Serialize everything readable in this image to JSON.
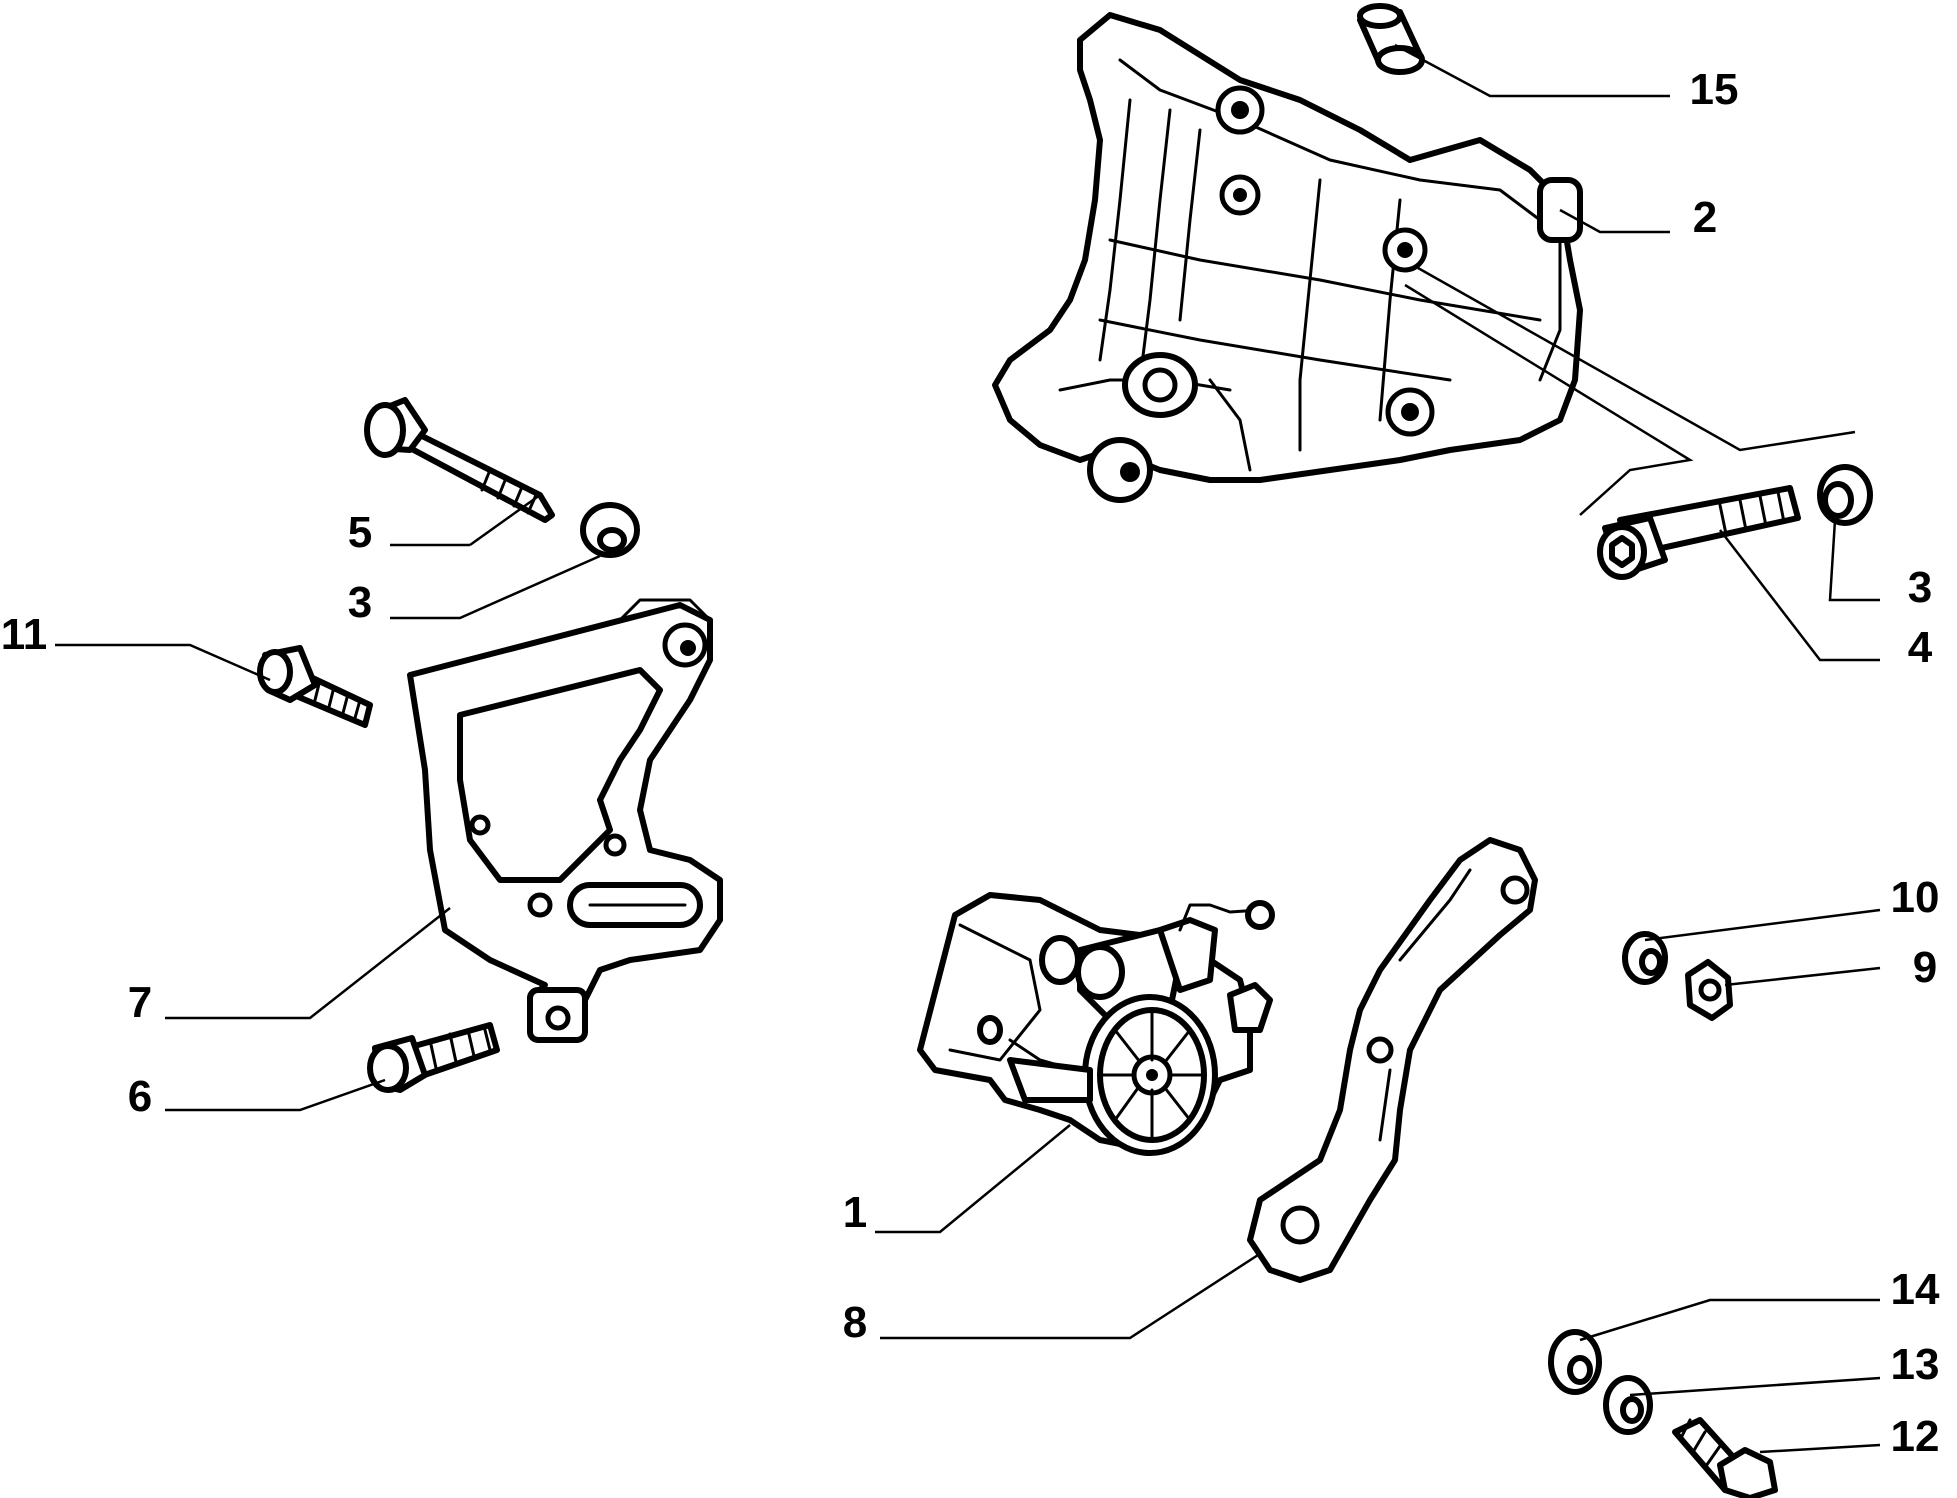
{
  "parts": [
    {
      "id": "label-15",
      "number": "15",
      "name": "spacer-bushing"
    },
    {
      "id": "label-2",
      "number": "2",
      "name": "mounting-support-housing"
    },
    {
      "id": "label-5",
      "number": "5",
      "name": "long-bolt"
    },
    {
      "id": "label-3a",
      "number": "3",
      "name": "washer"
    },
    {
      "id": "label-11",
      "number": "11",
      "name": "socket-screw"
    },
    {
      "id": "label-3b",
      "number": "3",
      "name": "washer"
    },
    {
      "id": "label-4",
      "number": "4",
      "name": "socket-head-bolt"
    },
    {
      "id": "label-7",
      "number": "7",
      "name": "pump-bracket"
    },
    {
      "id": "label-10",
      "number": "10",
      "name": "washer"
    },
    {
      "id": "label-9",
      "number": "9",
      "name": "nut"
    },
    {
      "id": "label-6",
      "number": "6",
      "name": "hex-bolt"
    },
    {
      "id": "label-1",
      "number": "1",
      "name": "power-steering-pump"
    },
    {
      "id": "label-8",
      "number": "8",
      "name": "tension-arm"
    },
    {
      "id": "label-14",
      "number": "14",
      "name": "washer"
    },
    {
      "id": "label-13",
      "number": "13",
      "name": "washer"
    },
    {
      "id": "label-12",
      "number": "12",
      "name": "hex-bolt"
    }
  ]
}
